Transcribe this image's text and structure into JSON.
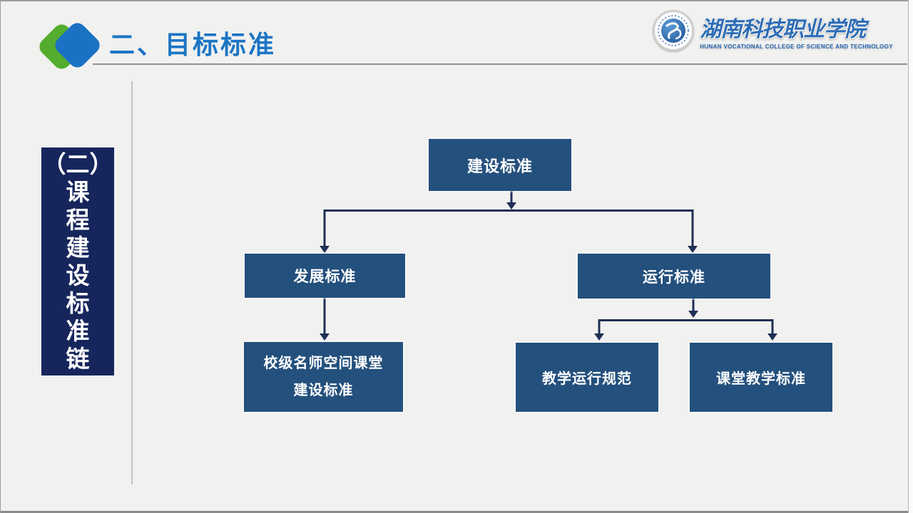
{
  "slide": {
    "header": {
      "title": "二、目标标准",
      "logo": {
        "name_zh": "湖南科技职业学院",
        "name_en": "HUNAN VOCATIONAL COLLEGE OF SCIENCE AND TECHNOLOGY"
      }
    },
    "sidebar": {
      "line1": "（二）",
      "chars": [
        "课",
        "程",
        "建",
        "设",
        "标",
        "准",
        "链"
      ]
    },
    "diagram": {
      "nodes": [
        {
          "id": "construction-standard",
          "label": "建设标准"
        },
        {
          "id": "development-standard",
          "label": "发展标准"
        },
        {
          "id": "operation-standard",
          "label": "运行标准"
        },
        {
          "id": "school-master-space-class",
          "label": "校级名师空间课堂",
          "label2": "建设标准"
        },
        {
          "id": "teaching-operation-spec",
          "label": "教学运行规范"
        },
        {
          "id": "classroom-teaching-standard",
          "label": "课堂教学标准"
        }
      ]
    },
    "colors": {
      "background": "#f1f1f0",
      "title_blue": "#1c75c4",
      "node_fill": "#24507d",
      "banner_fill": "#16265c",
      "connector": "#203055",
      "diamond_green": "#54ad2e",
      "diamond_blue": "#1b72c4",
      "logo_blue": "#2e6db6"
    }
  }
}
